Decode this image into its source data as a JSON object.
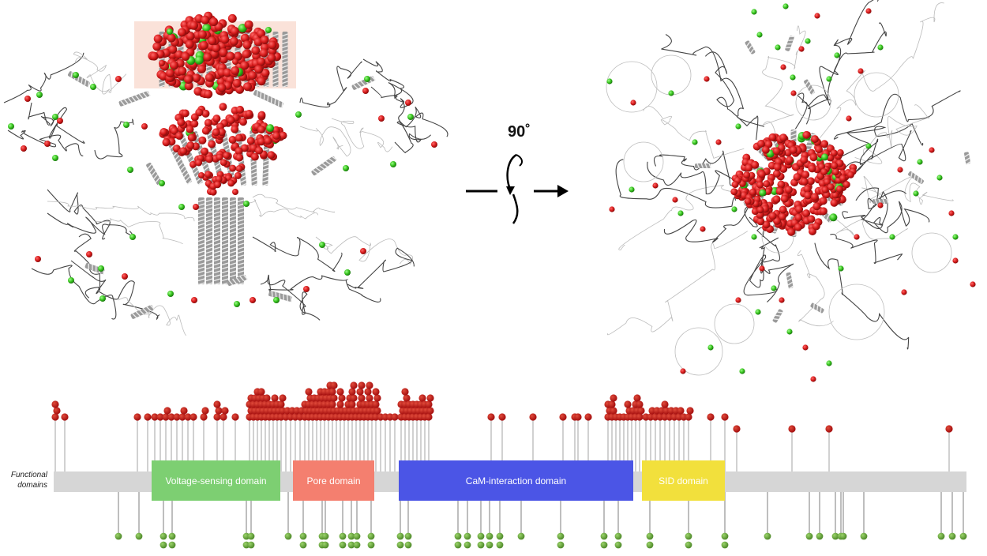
{
  "rotation": {
    "label": "90˚"
  },
  "functional_domains_label": "Functional domains",
  "domains": [
    {
      "name": "Voltage-sensing domain",
      "color": "#7dcf72"
    },
    {
      "name": "Pore domain",
      "color": "#f47f6f"
    },
    {
      "name": "CaM-interaction domain",
      "color": "#4b55e6"
    },
    {
      "name": "SID domain",
      "color": "#f2e03c"
    }
  ],
  "colors": {
    "variant_red": "#c41818",
    "variant_green": "#6aa63a",
    "backbone": "#d6d6d6",
    "helix": "#8a8a8a",
    "membrane_band": "#f8d8cc"
  }
}
